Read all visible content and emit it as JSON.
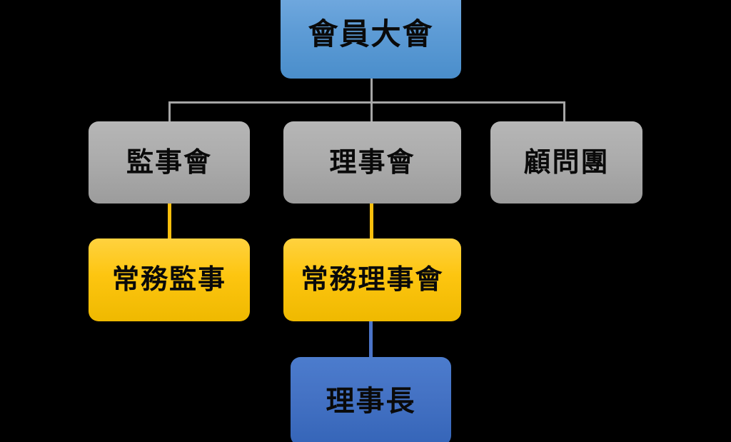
{
  "diagram": {
    "type": "organization-chart",
    "title": "",
    "background_color": "#000000",
    "nodes": [
      {
        "id": "general-assembly",
        "label": "會員大會",
        "level": 1,
        "color": "#5E9CD6",
        "text_color": "#0a0a0a"
      },
      {
        "id": "board-of-supervisors",
        "label": "監事會",
        "level": 2,
        "color": "#ACACAC",
        "text_color": "#0a0a0a"
      },
      {
        "id": "board-of-directors",
        "label": "理事會",
        "level": 2,
        "color": "#ACACAC",
        "text_color": "#0a0a0a"
      },
      {
        "id": "advisory-group",
        "label": "顧問團",
        "level": 2,
        "color": "#ACACAC",
        "text_color": "#0a0a0a"
      },
      {
        "id": "standing-supervisor",
        "label": "常務監事",
        "level": 3,
        "color": "#FDC510",
        "text_color": "#0a0a0a"
      },
      {
        "id": "standing-board-of-directors",
        "label": "常務理事會",
        "level": 3,
        "color": "#FDC510",
        "text_color": "#0a0a0a"
      },
      {
        "id": "chairman",
        "label": "理事長",
        "level": 4,
        "color": "#4472C4",
        "text_color": "#0a0a0a"
      }
    ],
    "edges": [
      {
        "from": "general-assembly",
        "to": "board-of-supervisors",
        "color": "#A6A6A6"
      },
      {
        "from": "general-assembly",
        "to": "board-of-directors",
        "color": "#A6A6A6"
      },
      {
        "from": "general-assembly",
        "to": "advisory-group",
        "color": "#A6A6A6"
      },
      {
        "from": "board-of-supervisors",
        "to": "standing-supervisor",
        "color": "#FBBF0C"
      },
      {
        "from": "board-of-directors",
        "to": "standing-board-of-directors",
        "color": "#FBBF0C"
      },
      {
        "from": "standing-board-of-directors",
        "to": "chairman",
        "color": "#4B74C8"
      }
    ]
  }
}
